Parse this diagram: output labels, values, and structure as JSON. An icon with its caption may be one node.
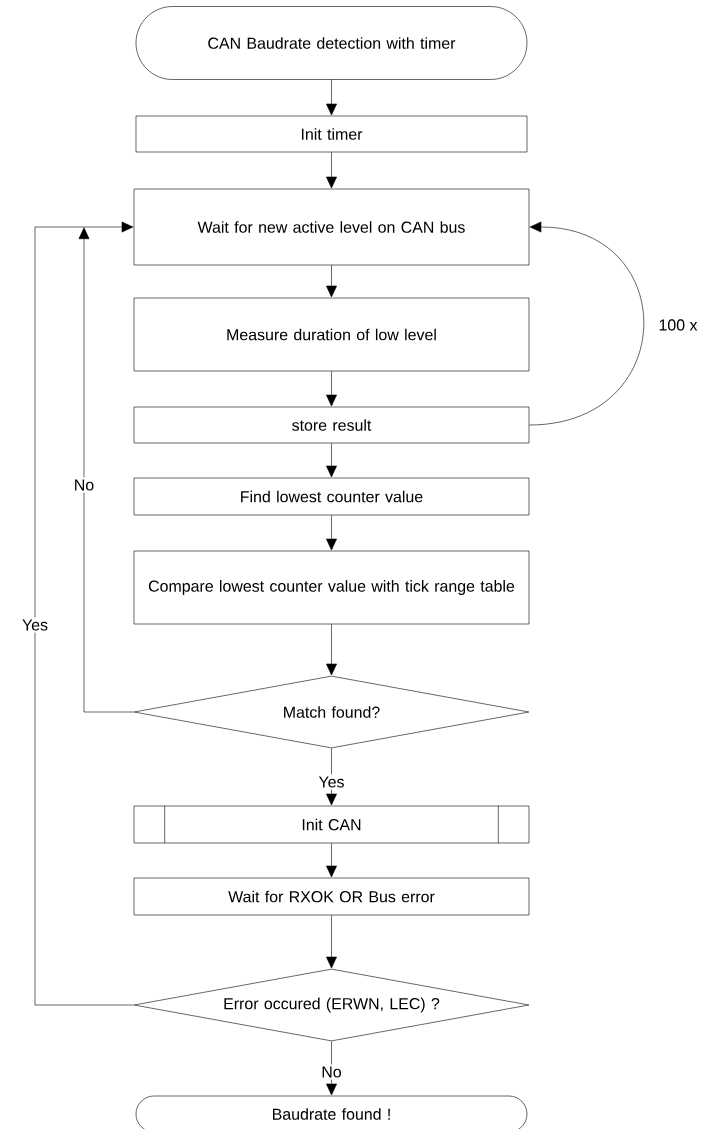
{
  "diagram": {
    "nodes": [
      {
        "text": [
          "CAN Baudrate detection with timer"
        ]
      },
      {
        "text": [
          "Init timer"
        ]
      },
      {
        "text": [
          "Wait for new active level on CAN bus"
        ]
      },
      {
        "text": [
          "Measure duration of low level"
        ]
      },
      {
        "text": [
          "store result"
        ]
      },
      {
        "text": [
          "Find lowest counter value"
        ]
      },
      {
        "text": [
          "Compare lowest counter value with tick range table"
        ]
      },
      {
        "text": [
          "Match found?"
        ]
      },
      {
        "text": [
          "Init CAN"
        ]
      },
      {
        "text": [
          "Wait for RXOK OR Bus error"
        ]
      },
      {
        "text": [
          "Error occured (ERWN, LEC) ?"
        ]
      },
      {
        "text": [
          "Baudrate found !"
        ]
      }
    ],
    "edges": [
      {
        "from": 0,
        "to": 1,
        "arrow": "to"
      },
      {
        "from": 1,
        "to": 2,
        "arrow": "to"
      },
      {
        "from": 2,
        "to": 3,
        "arrow": "to"
      },
      {
        "from": 3,
        "to": 4,
        "arrow": "to"
      },
      {
        "from": 4,
        "to": 2,
        "arrow": "to",
        "label": "100 x"
      },
      {
        "from": 4,
        "to": 5,
        "arrow": "to"
      },
      {
        "from": 5,
        "to": 6,
        "arrow": "to"
      },
      {
        "from": 6,
        "to": 7,
        "arrow": "to"
      },
      {
        "from": 7,
        "to": 2,
        "arrow": "to",
        "label": "No"
      },
      {
        "from": 7,
        "to": 8,
        "arrow": "to",
        "label": "Yes"
      },
      {
        "from": 8,
        "to": 9,
        "arrow": "to"
      },
      {
        "from": 9,
        "to": 10,
        "arrow": "to"
      },
      {
        "from": 10,
        "to": 2,
        "arrow": "to",
        "label": "Yes"
      },
      {
        "from": 10,
        "to": 11,
        "arrow": "to",
        "label": "No"
      }
    ]
  }
}
